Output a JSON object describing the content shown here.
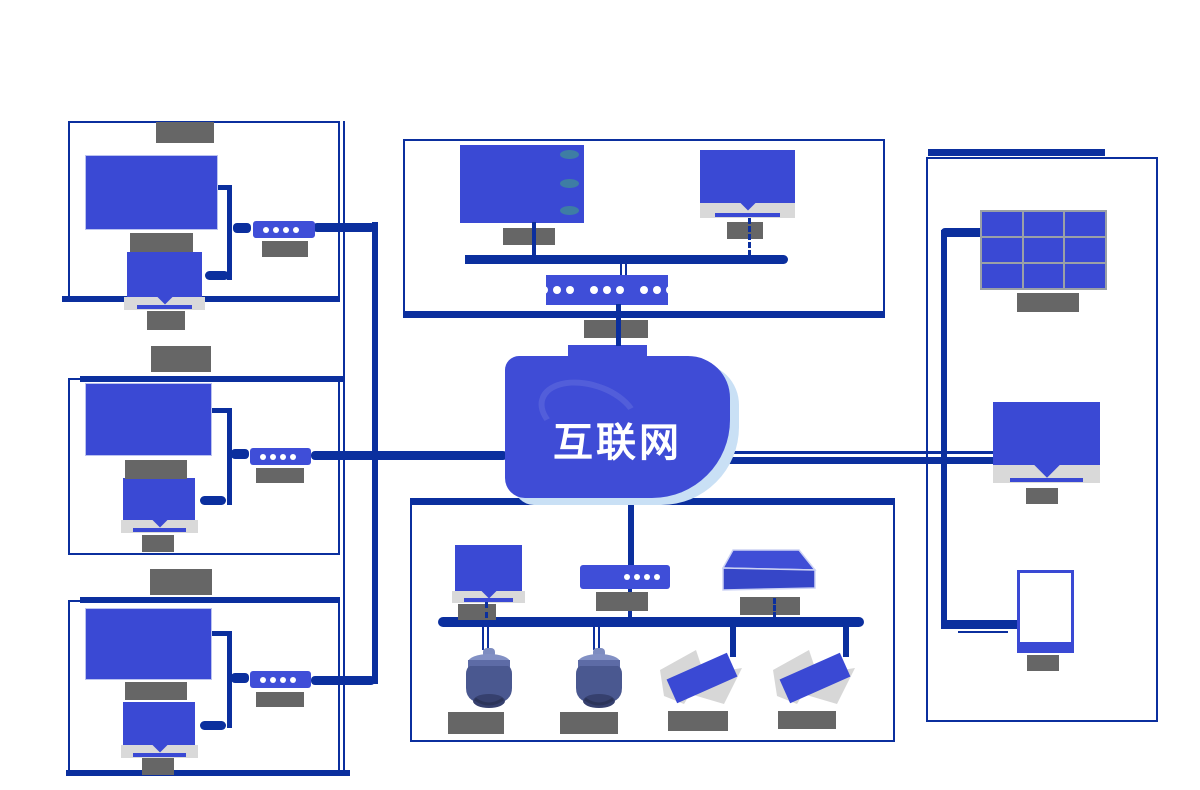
{
  "diagram": {
    "type": "network-topology",
    "cloud": {
      "label": "互联网"
    },
    "colors": {
      "device_blue": "#3a49d4",
      "line_navy": "#0b2f9e",
      "redacted_label_gray": "#666666",
      "monitor_base_gray": "#d9d9d9",
      "cloud_shadow_blue": "#c9e0f5",
      "server_slot_teal": "#3e7da4",
      "video_wall_grid_gray": "#9aa0a6"
    },
    "labels_redacted": true,
    "left_groups": [
      {
        "name": "left-group-1",
        "title_redacted": true,
        "devices": [
          {
            "type": "tv-display"
          },
          {
            "type": "monitor"
          },
          {
            "type": "router",
            "leds": 4
          }
        ]
      },
      {
        "name": "left-group-2",
        "title_redacted": true,
        "devices": [
          {
            "type": "tv-display"
          },
          {
            "type": "monitor"
          },
          {
            "type": "router",
            "leds": 4
          }
        ]
      },
      {
        "name": "left-group-3",
        "title_redacted": true,
        "devices": [
          {
            "type": "tv-display"
          },
          {
            "type": "monitor"
          },
          {
            "type": "router",
            "leds": 4
          }
        ]
      }
    ],
    "top_center_group": {
      "devices": [
        {
          "type": "server",
          "slots": 3
        },
        {
          "type": "monitor"
        },
        {
          "type": "switch",
          "leds": 11
        },
        {
          "type": "bus-line"
        }
      ]
    },
    "bottom_center_group": {
      "devices": [
        {
          "type": "monitor"
        },
        {
          "type": "router",
          "leds": 4
        },
        {
          "type": "nvr-3d-box"
        },
        {
          "type": "bus-line"
        },
        {
          "type": "dome-camera"
        },
        {
          "type": "dome-camera"
        },
        {
          "type": "bullet-camera"
        },
        {
          "type": "bullet-camera"
        }
      ]
    },
    "right_group": {
      "devices": [
        {
          "type": "video-wall",
          "grid": "3x3"
        },
        {
          "type": "monitor"
        },
        {
          "type": "smartphone"
        }
      ]
    }
  }
}
